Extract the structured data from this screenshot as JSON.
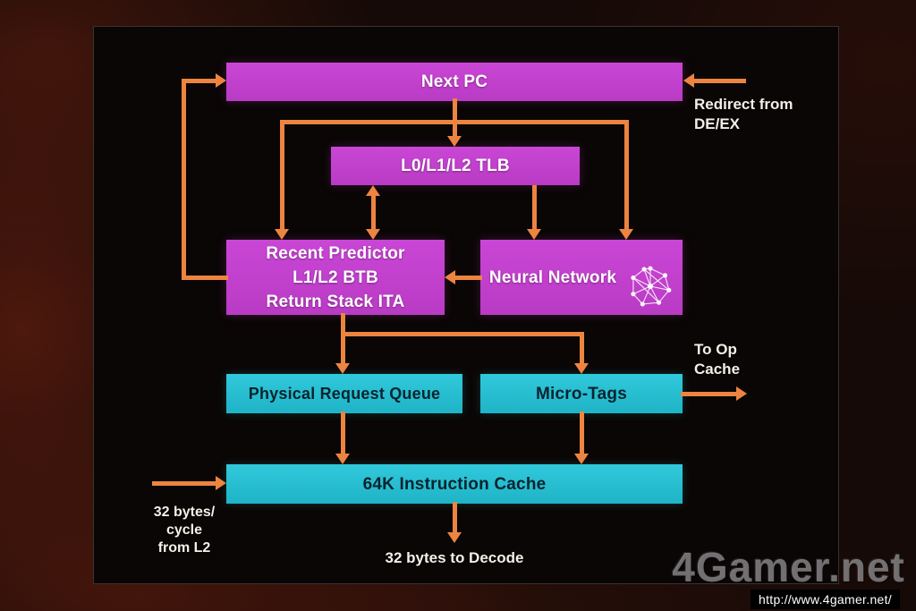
{
  "slide": {
    "boxes": {
      "next_pc": "Next PC",
      "tlb": "L0/L1/L2 TLB",
      "predictor": "Recent Predictor\nL1/L2 BTB\nReturn Stack ITA",
      "neural_network": "Neural Network",
      "physical_request_queue": "Physical Request Queue",
      "micro_tags": "Micro-Tags",
      "instruction_cache": "64K Instruction Cache"
    },
    "annotations": {
      "redirect": "Redirect from\nDE/EX",
      "to_op_cache": "To Op\nCache",
      "from_l2": "32 bytes/\ncycle\nfrom L2",
      "to_decode": "32 bytes to Decode"
    },
    "colors": {
      "box_magenta": "#c540d1",
      "box_cyan": "#29c3d6",
      "arrow_orange": "#ed8440",
      "text_on_magenta": "#ffffff",
      "text_on_cyan": "#07242e",
      "annotation_text": "#f3efe8"
    },
    "icons": {
      "neural_network_icon": "node-graph"
    }
  },
  "watermark": {
    "logo": "4Gamer.net",
    "url": "http://www.4gamer.net/"
  }
}
